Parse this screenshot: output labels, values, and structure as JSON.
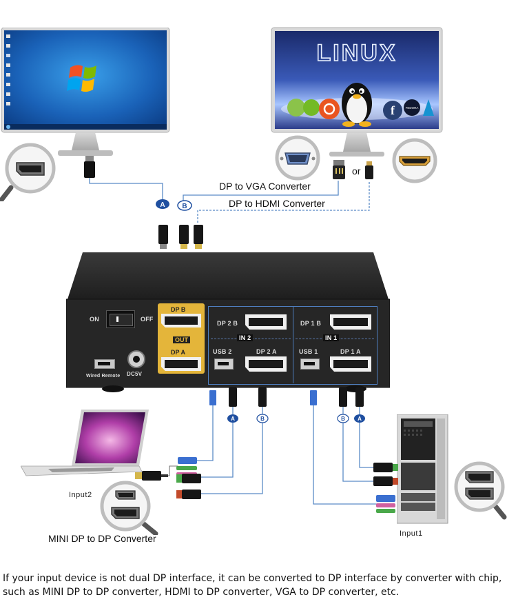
{
  "monitors": {
    "left": {
      "os": "windows"
    },
    "right": {
      "title": "LINUX",
      "distro_labels": [
        "FEDORA"
      ]
    }
  },
  "converters": {
    "vga_label": "DP to VGA Converter",
    "hdmi_label": "DP to HDMI Converter",
    "or_label": "or"
  },
  "markers": {
    "a": "A",
    "b": "B"
  },
  "kvm": {
    "switch_on": "ON",
    "switch_off": "OFF",
    "out_dp_b": "DP B",
    "out_label": "OUT",
    "out_dp_a": "DP A",
    "in2_dp_b": "DP 2 B",
    "in2_label": "IN 2",
    "in2_usb": "USB 2",
    "in2_dp_a": "DP 2 A",
    "in1_dp_b": "DP 1 B",
    "in1_label": "IN 1",
    "in1_usb": "USB 1",
    "in1_dp_a": "DP 1 A",
    "wired_remote": "Wired Remote",
    "dc5v": "DC5V"
  },
  "inputs": {
    "input2": "Input2",
    "input1": "Input1",
    "mini_dp_label": "MINI DP to DP Converter"
  },
  "caption": {
    "line1": "If your input device is not dual DP interface, it can be converted to DP  interface by converter with chip,",
    "line2": "such as MINI DP to DP converter, HDMI to DP converter, VGA to DP converter, etc."
  },
  "colors": {
    "cable_a": "#3a6fb0",
    "cable_b": "#3a6fb0",
    "kvm_body": "#2a2a2a",
    "out_panel": "#e4b53a",
    "in_frame": "#4f7fc0"
  }
}
